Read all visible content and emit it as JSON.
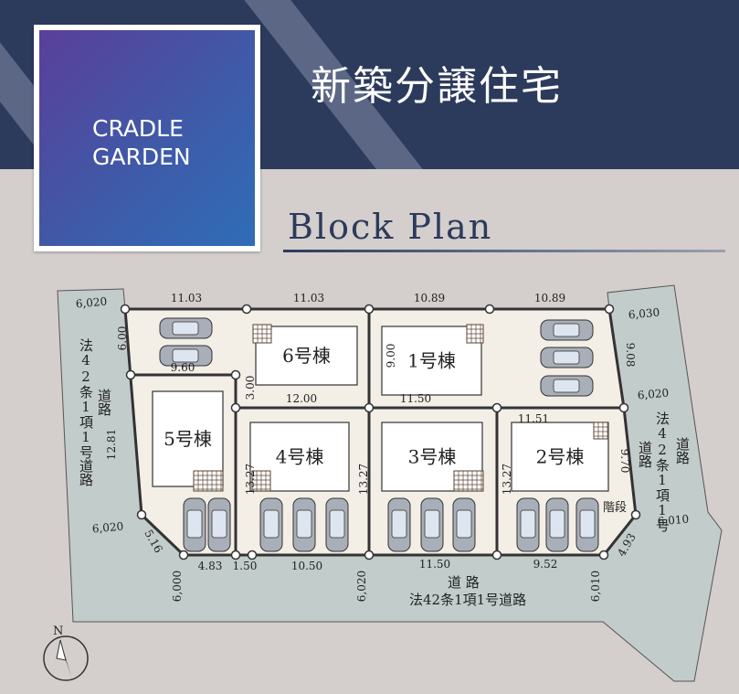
{
  "logo": {
    "line1": "CRADLE",
    "line2": "GARDEN"
  },
  "header": {
    "title": "新築分譲住宅",
    "subtitle": "Block Plan"
  },
  "buildings": [
    {
      "number": "6",
      "label": "6号棟"
    },
    {
      "number": "1",
      "label": "1号棟"
    },
    {
      "number": "5",
      "label": "5号棟"
    },
    {
      "number": "4",
      "label": "4号棟"
    },
    {
      "number": "3",
      "label": "3号棟"
    },
    {
      "number": "2",
      "label": "2号棟"
    }
  ],
  "building_suffix": "号棟",
  "dimensions": [
    "11.03",
    "11.03",
    "10.89",
    "10.89",
    "6.00",
    "9.60",
    "3.00",
    "12.00",
    "9.00",
    "11.50",
    "9.08",
    "12.81",
    "13.27",
    "13.27",
    "11.51",
    "13.27",
    "9.70",
    "5.16",
    "4.83",
    "1.50",
    "10.50",
    "11.50",
    "9.52",
    "4.93",
    "6,020",
    "6,030",
    "6,020",
    "6,020",
    "6,010",
    "6,000",
    "6,020",
    "6,010"
  ],
  "roads": {
    "left": "法42条1項1号道路",
    "left_road": "道路",
    "right": "法42条1項1号",
    "right_road": "道路",
    "right_road2": "道路",
    "bottom_title": "道 路",
    "bottom": "法42条1項1号道路"
  },
  "stairs": "階段",
  "compass": "N",
  "colors": {
    "navy": "#2c3a5c",
    "road": "#c1cccb",
    "lot": "#f3eee6",
    "background": "#d4cecc"
  }
}
